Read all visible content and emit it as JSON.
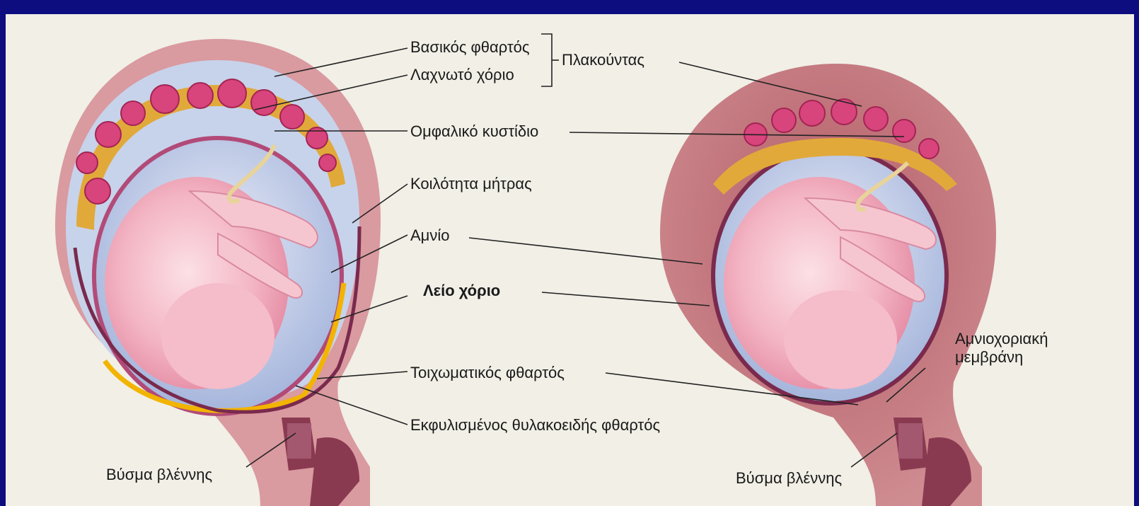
{
  "labels": {
    "basal_decidua": "Βασικός φθαρτός",
    "chorion_frondosum": "Λαχνωτό χόριο",
    "placenta": "Πλακούντας",
    "yolk_sac": "Ομφαλικό κυστίδιο",
    "uterine_cavity": "Κοιλότητα μήτρας",
    "amnion": "Αμνίο",
    "smooth_chorion": "Λείο χόριο",
    "parietal_decidua": "Τοιχωματικός φθαρτός",
    "degenerated_capsular_decidua": "Εκφυλισμένος θυλακοειδής φθαρτός",
    "mucus_plug_left": "Βύσμα βλέννης",
    "mucus_plug_right": "Βύσμα βλέννης",
    "amniochorionic_membrane_line1": "Αμνιοχοριακή",
    "amniochorionic_membrane_line2": "μεμβράνη"
  },
  "colors": {
    "background_border": "#0d0d80",
    "panel": "#f1efe6",
    "uterus_wall": "#c8727a",
    "decidua": "#d99aa0",
    "chorion": "#e1a93a",
    "villi": "#d8447c",
    "amniotic_fluid": "#b9c5e3",
    "fetus": "#f3b5c3",
    "smooth_chorion_band": "#f2b400",
    "membrane": "#7a2a4d"
  },
  "icons": {
    "left_panel": "fetus-in-uterus-early-illustration",
    "right_panel": "fetus-in-uterus-late-illustration"
  }
}
